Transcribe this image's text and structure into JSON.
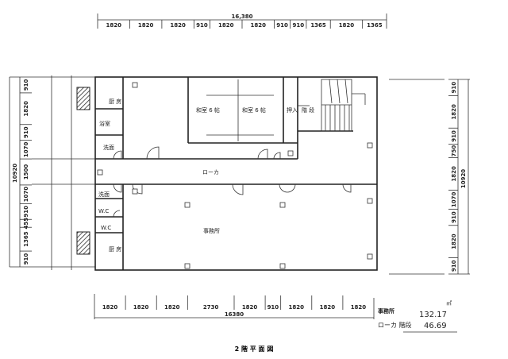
{
  "title": "2 階 平 面 図",
  "dimensions": {
    "top_total": "16,380",
    "top": [
      "1820",
      "1820",
      "1820",
      "910",
      "1820",
      "1820",
      "910",
      "910",
      "1365",
      "1820",
      "1365"
    ],
    "bottom_total": "16380",
    "bottom": [
      "1820",
      "1820",
      "1820",
      "2730",
      "1820",
      "910",
      "1820",
      "1820",
      "1820"
    ],
    "left_total": "10920",
    "left": [
      "910",
      "1820",
      "910",
      "1070",
      "1500",
      "1070",
      "910",
      "455",
      "1365",
      "910"
    ],
    "right_total": "10920",
    "right": [
      "910",
      "1820",
      "910",
      "750",
      "1820",
      "1070",
      "910",
      "1820",
      "910"
    ]
  },
  "rooms": {
    "kitchen_top": "厨 房",
    "bath": "浴室",
    "wash_top": "洗面",
    "washitsu_1": "和室 6 帖",
    "washitsu_2": "和室 6 帖",
    "closet": "押入",
    "stairs": "階 段",
    "corridor": "ローカ",
    "wash_bottom": "洗面",
    "wc_1": "W.C",
    "wc_2": "W.C",
    "office": "事務所",
    "kitchen_bottom": "厨 房"
  },
  "areas": {
    "unit": "㎡",
    "office_label": "事務所",
    "office_value": "132.17",
    "corridor_label": "ローカ 階段",
    "corridor_value": "46.69"
  }
}
